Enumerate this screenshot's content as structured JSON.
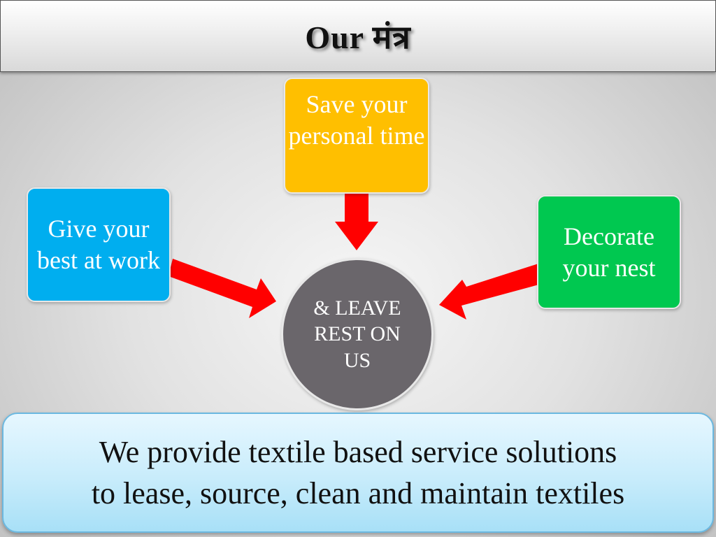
{
  "header": {
    "title": "Our मंत्र"
  },
  "diagram": {
    "top_node": {
      "label": "Save your personal time",
      "color": "#ffbf00"
    },
    "left_node": {
      "label": "Give your best at work",
      "color": "#00aeef"
    },
    "right_node": {
      "label": "Decorate your nest",
      "color": "#00c850"
    },
    "center_node": {
      "label": "& LEAVE REST ON US",
      "color": "#6a666b"
    },
    "arrow_color": "#ff0000"
  },
  "footer": {
    "line1": "We provide textile based  service solutions",
    "line2": "to lease, source, clean and maintain textiles"
  }
}
